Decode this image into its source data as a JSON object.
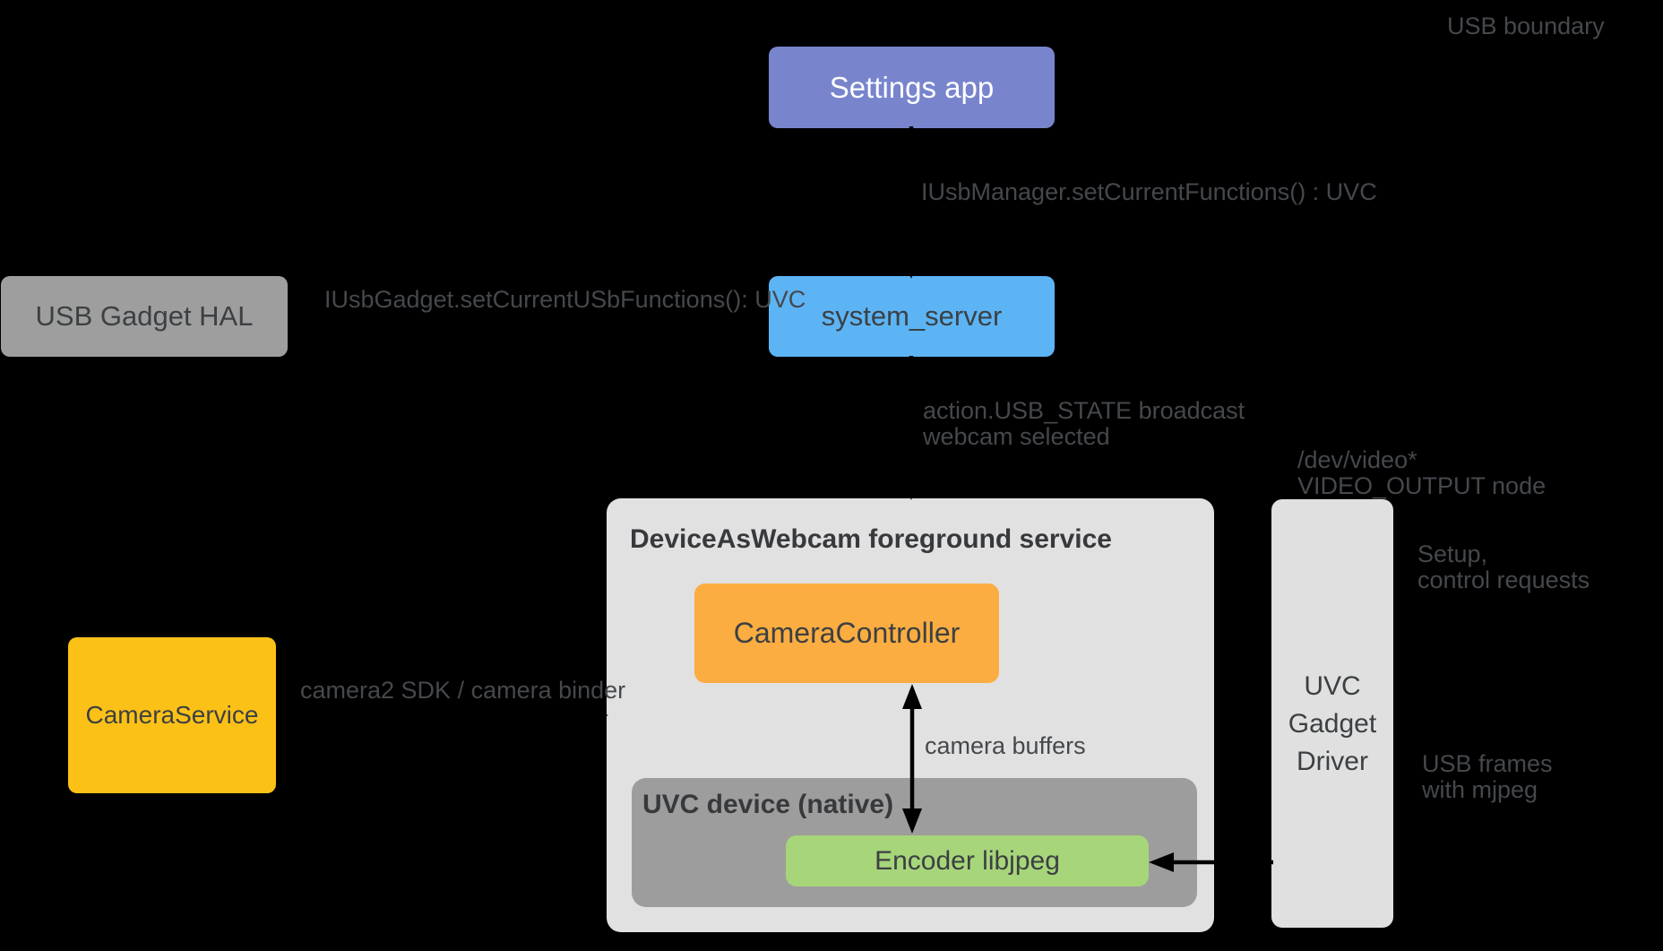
{
  "diagram": {
    "background": "#000000",
    "arrow_color": "#000000",
    "annotation_color": "#45484C",
    "boxes": {
      "settings_app": {
        "label": "Settings app",
        "fill": "#7885CD",
        "text_color": "#FFFFFF"
      },
      "usb_gadget_hal": {
        "label": "USB Gadget HAL",
        "fill": "#9E9E9E",
        "text_color": "#3C4043"
      },
      "system_server": {
        "label": "system_server",
        "fill": "#5CB4F5",
        "text_color": "#3C4043"
      },
      "dawc_container": {
        "label": "DeviceAsWebcam foreground service",
        "fill": "#E1E1E1",
        "text_color": "#37393C"
      },
      "camera_controller": {
        "label": "CameraController",
        "fill": "#FBAD41",
        "text_color": "#3C4043"
      },
      "uvc_device": {
        "label": "UVC device (native)",
        "fill": "#9D9D9D",
        "text_color": "#37393C"
      },
      "encoder": {
        "label": "Encoder libjpeg",
        "fill": "#A7D57A",
        "text_color": "#3C4043"
      },
      "camera_service": {
        "label": "CameraService",
        "fill": "#FCC117",
        "text_color": "#3C4043"
      },
      "uvc_gadget_driver": {
        "label": "UVC\nGadget\nDriver",
        "fill": "#E0E0E0",
        "text_color": "#3C4043"
      }
    },
    "annotations": {
      "usb_boundary": "USB boundary",
      "iusbmanager": "IUsbManager.setCurrentFunctions() : UVC",
      "iusbgadget": "IUsbGadget.setCurrentUSbFunctions(): UVC",
      "action_usb_state": "action.USB_STATE broadcast\nwebcam selected",
      "dev_video": "/dev/video*\nVIDEO_OUTPUT node",
      "setup_control": "Setup,\ncontrol requests",
      "camera2_sdk": "camera2 SDK / camera binder",
      "camera_buffers": "camera buffers",
      "usb_frames": "USB frames\nwith mjpeg"
    }
  }
}
